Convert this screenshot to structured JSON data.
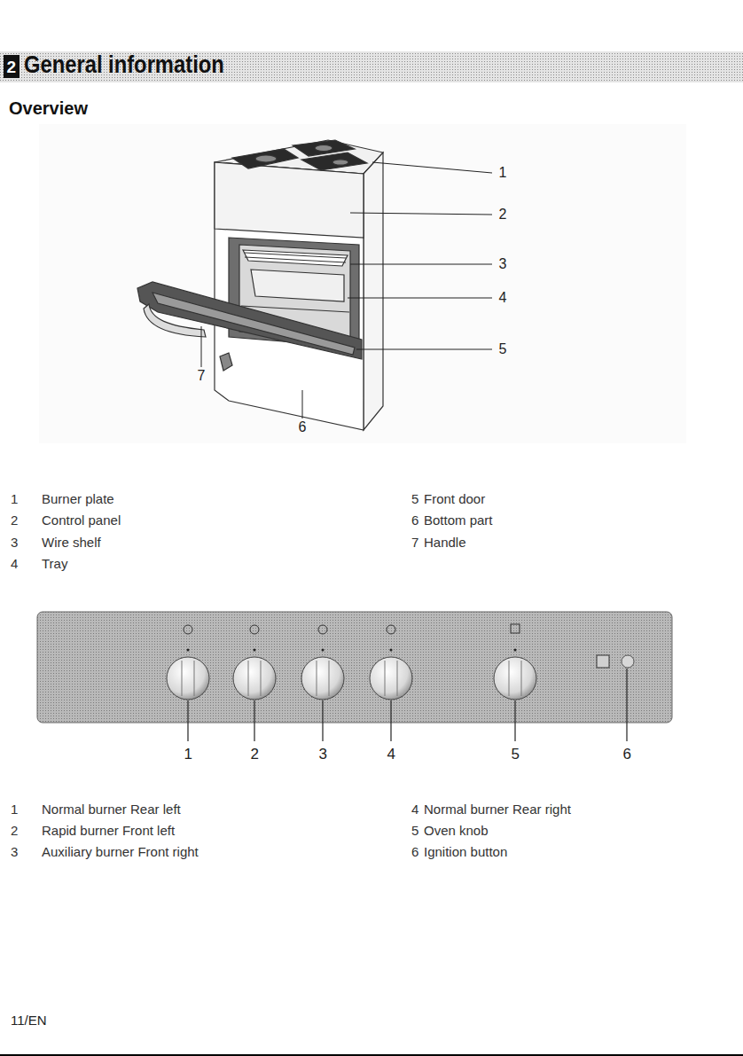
{
  "diagram": {
    "title": "General information",
    "labels": [
      "2",
      "Overview",
      "1",
      "2",
      "3",
      "4",
      "5",
      "7",
      "6",
      "1",
      "Burner plate",
      "2",
      "Control panel",
      "3",
      "Wire shelf",
      "4",
      "Tray",
      "5",
      "Front door",
      "6",
      "Bottom part",
      "7",
      "Handle",
      "1",
      "2",
      "3",
      "4",
      "5",
      "6",
      "1",
      "Normal burner Rear left",
      "2",
      "Rapid burner Front left",
      "3",
      "Auxiliary burner Front right",
      "4",
      "Normal burner Rear right",
      "5",
      "Oven knob",
      "6",
      "Ignition button",
      "11/EN"
    ]
  }
}
